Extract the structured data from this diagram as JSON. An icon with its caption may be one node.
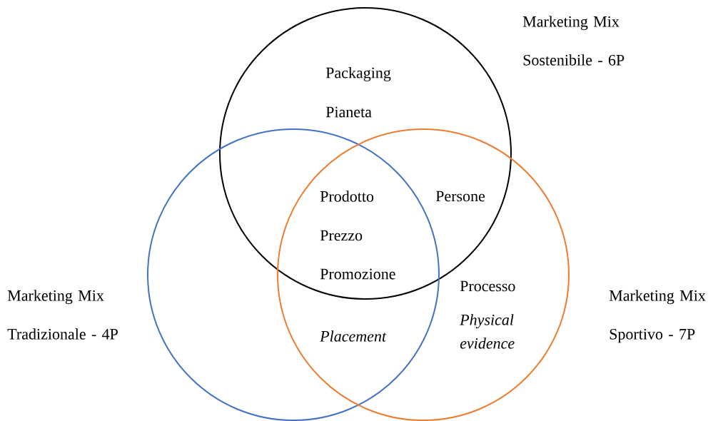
{
  "diagram": {
    "nodes": [
      {
        "text": [],
        "shape": "circle",
        "beside": [
          "Marketing Mix Sostenibile - 6P"
        ]
      },
      {
        "text": [],
        "shape": "circle",
        "beside": [
          "Marketing Mix Tradizionale - 4P"
        ]
      },
      {
        "text": [],
        "shape": "circle",
        "beside": [
          "Marketing Mix Sportivo - 7P"
        ]
      }
    ],
    "edges": [],
    "labels": [
      "Packaging",
      "Pianeta",
      "Prodotto",
      "Persone",
      "Prezzo",
      "Promozione",
      "Processo",
      "Placement",
      "Physical evidence"
    ]
  }
}
